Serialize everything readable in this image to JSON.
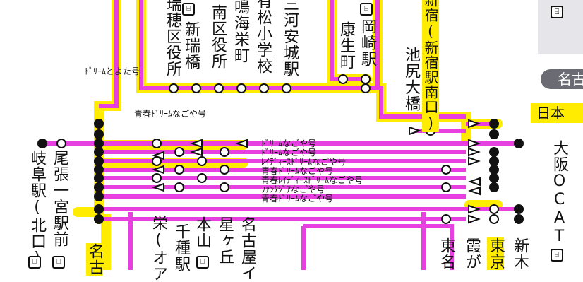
{
  "stations": {
    "mizuho": "瑞穂区役所",
    "shinmizuho": "新瑞橋",
    "minamiku": "南区役所",
    "narumi": "鳴海栄町",
    "arimatsu": "有松小学校",
    "mikawa": "三河安城駅",
    "okazaki": "岡崎駅",
    "kouseicho": "康生町",
    "shinjuku": "新宿(新宿駅南口)",
    "ikejiri": "池尻大橋",
    "gifu": "岐阜駅(北口)",
    "owari": "尾張一宮駅前",
    "meitetsu": "名古",
    "sakae": "栄(オア",
    "chikusa": "千種駅",
    "motoyama": "本山",
    "hoshigaoka": "星ヶ丘",
    "nagoyaIC": "名古屋イ",
    "tomei": "東名",
    "kasumi": "霞が",
    "tokyo": "東京",
    "shinki": "新木",
    "osaka": "大阪OCAT"
  },
  "routes": [
    "ﾄﾞﾘｰﾑとよた号",
    "青春ﾄﾞﾘｰﾑなごや号",
    "ﾄﾞﾘｰﾑなごや号",
    "ﾄﾞﾘｰﾑなごや号",
    "ﾚｲﾃﾞｨｰｽﾄﾞﾘｰﾑなごや号",
    "青春ﾄﾞﾘｰﾑなごや号",
    "青春ﾚｲﾃﾞｨｰｽﾄﾞﾘｰﾑなごや号",
    "ﾌｧﾝﾀｼﾞｱなごや号",
    "青春ﾄﾞﾘｰﾑなごや号"
  ],
  "panel": {
    "title": "名古",
    "sub": "日本"
  },
  "colors": {
    "route": "#e83fe0",
    "highlight": "#ffec00",
    "track": "#111111"
  },
  "icons": [
    "bus-stop-icon"
  ]
}
